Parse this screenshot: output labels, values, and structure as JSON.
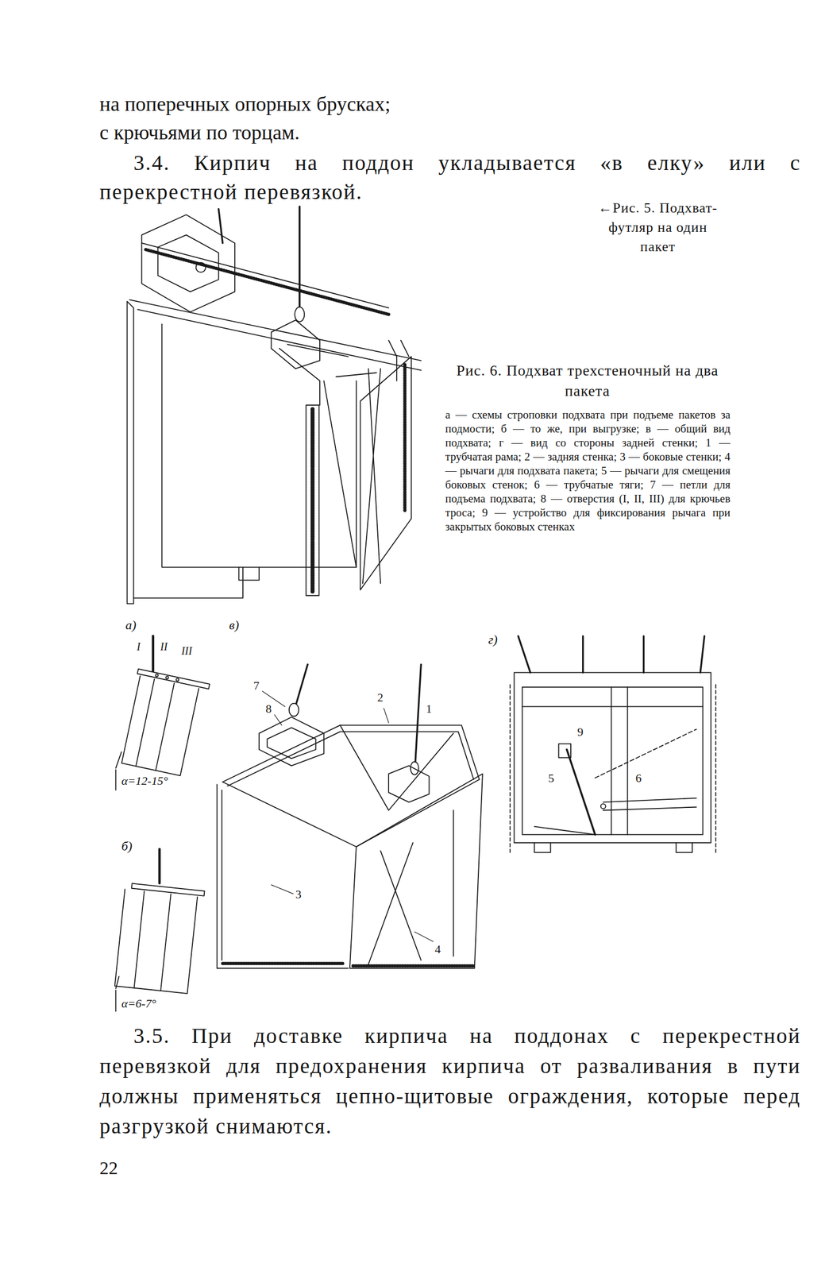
{
  "diagram": {
    "labels": [
      "на поперечных опорных брусках;",
      "с крючьями по торцам.",
      "3.4. Кирпич на поддон укладывается «в елку» или с перекрестной перевязкой.",
      "←Рис. 5. Подхват-футляр на один пакет",
      "Рис. 6. Подхват трехстеночный на два пакета",
      "а — схемы строповки подхвата при подъеме пакетов за подмости; б — то же, при выгрузке; в — общий вид подхвата; г — вид со стороны задней стенки; 1 — трубчатая рама; 2 — задняя стенка; 3 — боковые стенки; 4 — рычаги для подхвата пакета; 5 — рычаги для смещения боковых стенок; 6 — трубчатые тяги; 7 — петли для подъема подхвата; 8 — отверстия (I, II, III) для крючьев троса; 9 — устройство для фиксирования рычага при закрытых боковых стенках",
      "а)",
      "в)",
      "г)",
      "б)",
      "I",
      "II",
      "III",
      "α=12-15°",
      "α=6-7°",
      "7",
      "8",
      "2",
      "1",
      "3",
      "4",
      "9",
      "5",
      "6",
      "3.5. При доставке кирпича на поддонах с перекрестной перевязкой для предохранения кирпича от разваливания в пути должны применяться цепно-щитовые ограждения, которые перед разгрузкой снимаются.",
      "22"
    ]
  }
}
